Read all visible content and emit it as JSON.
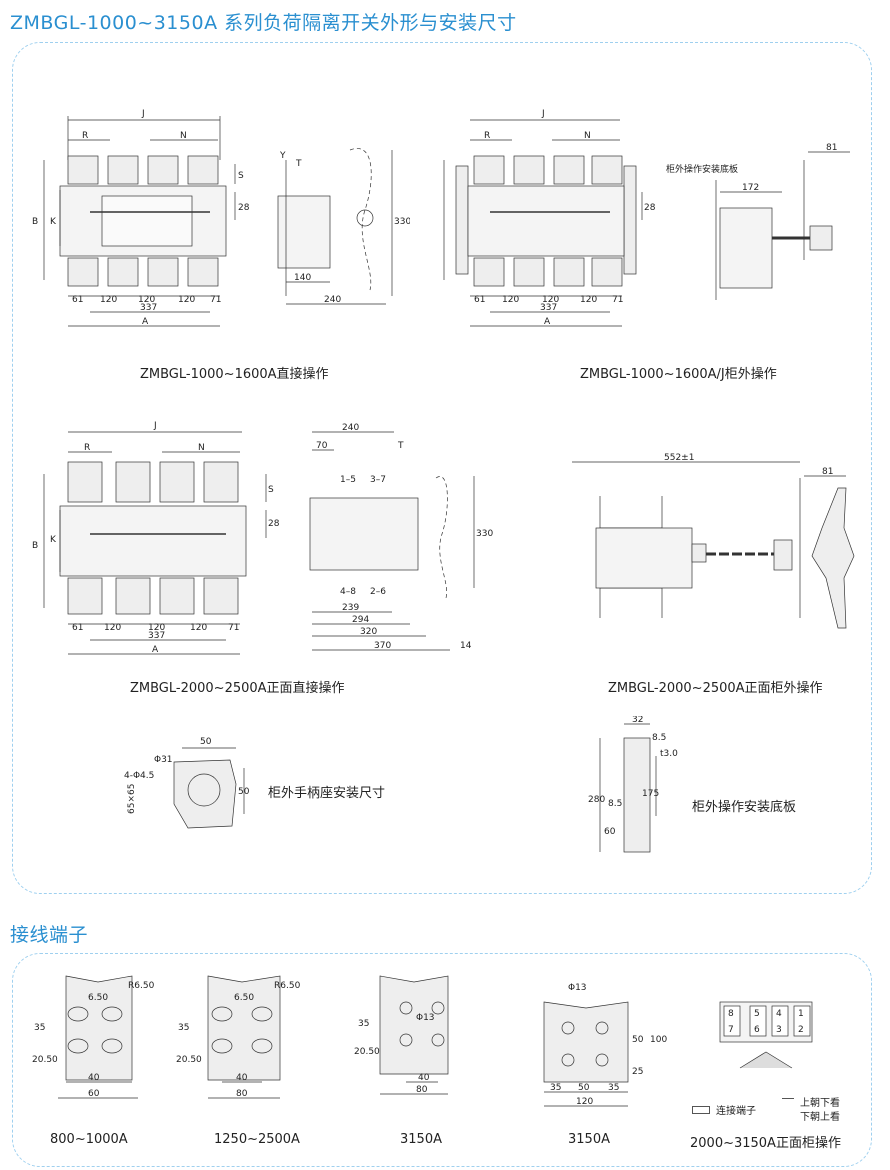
{
  "section1": {
    "title": "ZMBGL-1000~3150A 系列负荷隔离开关外形与安装尺寸",
    "captions": {
      "d1": "ZMBGL-1000~1600A直接操作",
      "d2": "ZMBGL-1000~1600A/J柜外操作",
      "d3": "ZMBGL-2000~2500A正面直接操作",
      "d4": "ZMBGL-2000~2500A正面柜外操作",
      "d5": "柜外手柄座安装尺寸",
      "d6": "柜外操作安装底板"
    },
    "labels": {
      "J": "J",
      "R": "R",
      "N": "N",
      "S": "S",
      "B": "B",
      "K": "K",
      "A": "A",
      "Y": "Y",
      "T": "T",
      "d28": "28",
      "d61": "61",
      "d120": "120",
      "d71": "71",
      "d337": "337",
      "d140": "140",
      "d240": "240",
      "d330": "330",
      "d81": "81",
      "d172": "172",
      "mount_plate": "柜外操作安装底板",
      "d70": "70",
      "p15": "1–5",
      "p37": "3–7",
      "p48": "4–8",
      "p26": "2–6",
      "d239": "239",
      "d294": "294",
      "d320": "320",
      "d370": "370",
      "d14": "14",
      "d552": "552±1",
      "phi31": "Φ31",
      "hole4": "4-Φ4.5",
      "sq65": "65×65",
      "d50": "50",
      "d32": "32",
      "d8_5": "8.5",
      "t3": "t3.0",
      "d280": "280",
      "d175": "175",
      "d60": "60"
    }
  },
  "section2": {
    "title": "接线端子",
    "captions": {
      "t1": "800~1000A",
      "t2": "1250~2500A",
      "t3": "3150A",
      "t4": "3150A",
      "t5": "2000~3150A正面柜操作"
    },
    "labels": {
      "r650": "R6.50",
      "d650": "6.50",
      "d35": "35",
      "d2050": "20.50",
      "d40": "40",
      "d60": "60",
      "d80": "80",
      "phi13": "Φ13",
      "d50": "50",
      "d100": "100",
      "d25": "25",
      "d120": "120",
      "n8": "8",
      "n7": "7",
      "n5": "5",
      "n6": "6",
      "n4": "4",
      "n3": "3",
      "n1": "1",
      "n2": "2",
      "legend_link": "连接端子",
      "legend_up": "上朝下看",
      "legend_down": "下朝上看"
    }
  }
}
